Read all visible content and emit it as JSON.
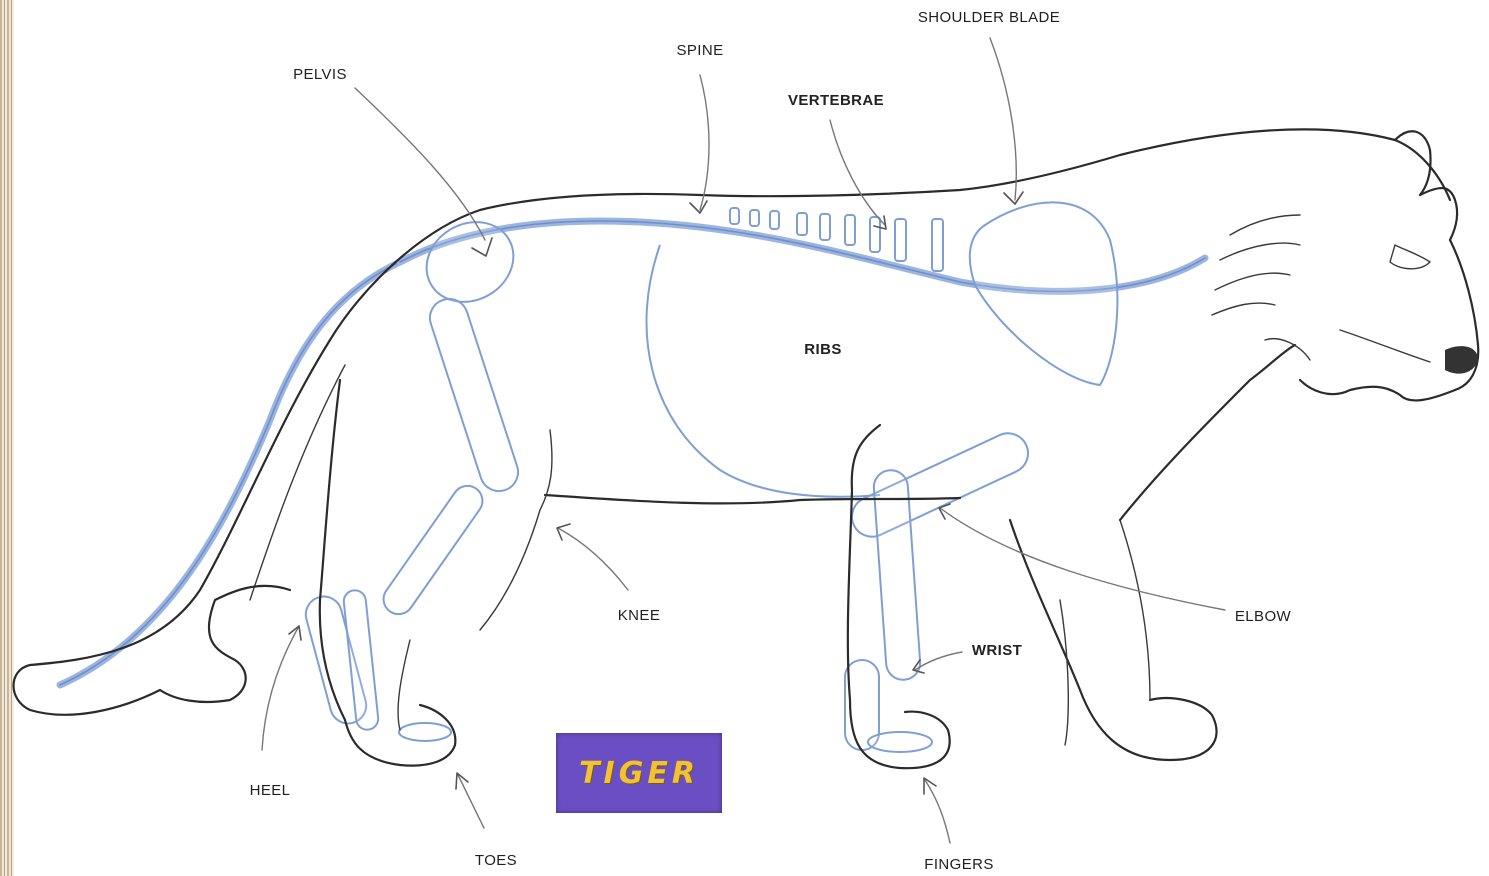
{
  "title": "TIGER",
  "labels": {
    "pelvis": "PELVIS",
    "spine": "SPINE",
    "vertebrae": "VERTEBRAE",
    "shoulder_blade": "SHOULDER BLADE",
    "ribs": "RIBS",
    "knee": "KNEE",
    "elbow": "ELBOW",
    "wrist": "WRIST",
    "heel": "HEEL",
    "toes": "TOES",
    "fingers": "FINGERS"
  },
  "colors": {
    "outline": "#2b2b2b",
    "bone": "#7f9fd4",
    "title_background": "#6a4fc4",
    "title_text": "#f3c230"
  }
}
